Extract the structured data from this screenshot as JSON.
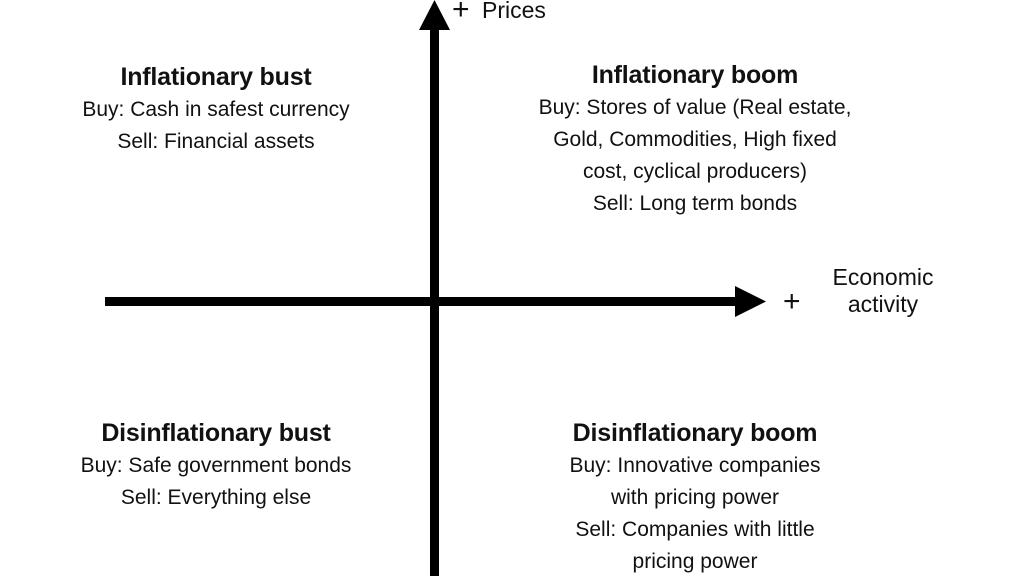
{
  "chart_data": {
    "type": "diagram",
    "title": "",
    "xlabel": "Economic activity",
    "ylabel": "Prices",
    "x_positive_marker": "+",
    "y_positive_marker": "+",
    "grid": false,
    "legend": "none",
    "quadrants": [
      {
        "position": "top-left",
        "title": "Inflationary bust",
        "lines": [
          "Buy: Cash in safest currency",
          "Sell: Financial assets"
        ]
      },
      {
        "position": "top-right",
        "title": "Inflationary boom",
        "lines": [
          "Buy: Stores of value (Real estate,",
          "Gold, Commodities, High fixed",
          "cost, cyclical producers)",
          "Sell: Long term bonds"
        ]
      },
      {
        "position": "bottom-left",
        "title": "Disinflationary bust",
        "lines": [
          "Buy: Safe government bonds",
          "Sell: Everything else"
        ]
      },
      {
        "position": "bottom-right",
        "title": "Disinflationary boom",
        "lines": [
          "Buy: Innovative companies",
          "with pricing power",
          "Sell: Companies with little",
          "pricing power"
        ]
      }
    ]
  },
  "axes": {
    "vertical": {
      "label": "Prices",
      "plus": "+",
      "direction": "up",
      "color": "#000000"
    },
    "horizontal": {
      "label_line_1": "Economic",
      "label_line_2": "activity",
      "plus": "+",
      "direction": "right",
      "color": "#000000"
    }
  },
  "quadrants": {
    "top_left": {
      "title": "Inflationary bust",
      "line_1": "Buy: Cash in safest currency",
      "line_2": "Sell: Financial assets"
    },
    "top_right": {
      "title": "Inflationary boom",
      "line_1": "Buy: Stores of value (Real estate,",
      "line_2": "Gold, Commodities, High fixed",
      "line_3": "cost, cyclical producers)",
      "line_4": "Sell: Long term bonds"
    },
    "bottom_left": {
      "title": "Disinflationary bust",
      "line_1": "Buy: Safe government bonds",
      "line_2": "Sell: Everything else"
    },
    "bottom_right": {
      "title": "Disinflationary boom",
      "line_1": "Buy: Innovative companies",
      "line_2": "with pricing power",
      "line_3": "Sell: Companies with little",
      "line_4": "pricing power"
    }
  }
}
